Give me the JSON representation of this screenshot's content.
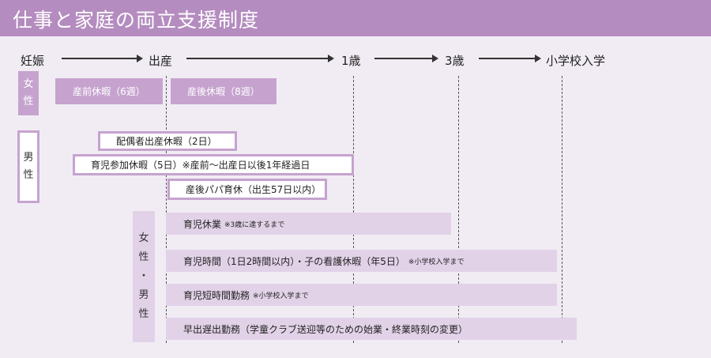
{
  "title": "仕事と家庭の両立支援制度",
  "timeline": {
    "stages": [
      "妊娠",
      "出産",
      "1歳",
      "3歳",
      "小学校入学"
    ]
  },
  "female": {
    "label": [
      "女",
      "性"
    ],
    "bars": [
      "産前休暇（6週）",
      "産後休暇（8週）"
    ]
  },
  "male": {
    "label": [
      "男",
      "性"
    ],
    "bars": [
      "配偶者出産休暇（2日）",
      "育児参加休暇（5日）※産前〜出産日以後1年経過日",
      "産後パパ育休（出生57日以内）"
    ]
  },
  "both": {
    "label": [
      "女",
      "性",
      "・",
      "男",
      "性"
    ],
    "bars": [
      {
        "text": "育児休業",
        "note": "※3歳に達するまで"
      },
      {
        "text": "育児時間（1日2時間以内）・子の看護休暇（年5日）",
        "note": "※小学校入学まで"
      },
      {
        "text": "育児短時間勤務",
        "note": "※小学校入学まで"
      },
      {
        "text": "早出遅出勤務（学童クラブ送迎等のための始業・終業時刻の変更）",
        "note": ""
      }
    ]
  },
  "colors": {
    "header": "#b48cbf",
    "accent": "#c6a3cf",
    "light": "#e2d2e8",
    "background": "#f1ecf4"
  }
}
